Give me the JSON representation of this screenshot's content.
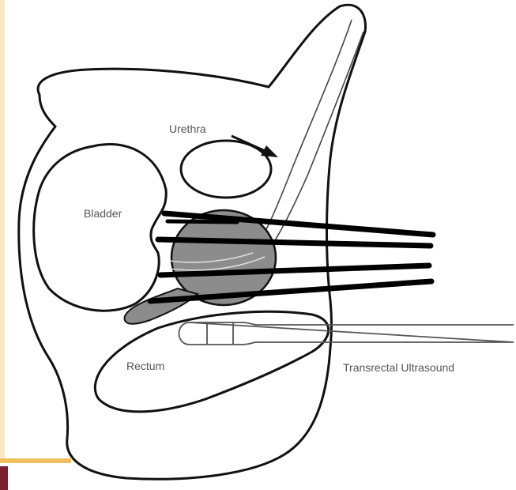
{
  "labels": {
    "urethra": "Urethra",
    "bladder": "Bladder",
    "rectum": "Rectum",
    "ultrasound": "Transrectal Ultrasound"
  },
  "colors": {
    "outline": "#111111",
    "prostate_fill": "#8c8c8c",
    "needle": "#000000",
    "text": "#555555",
    "accent_yellow": "#f0c060",
    "accent_maroon": "#7a1f2b"
  },
  "structure_count": {
    "needles": 5
  }
}
